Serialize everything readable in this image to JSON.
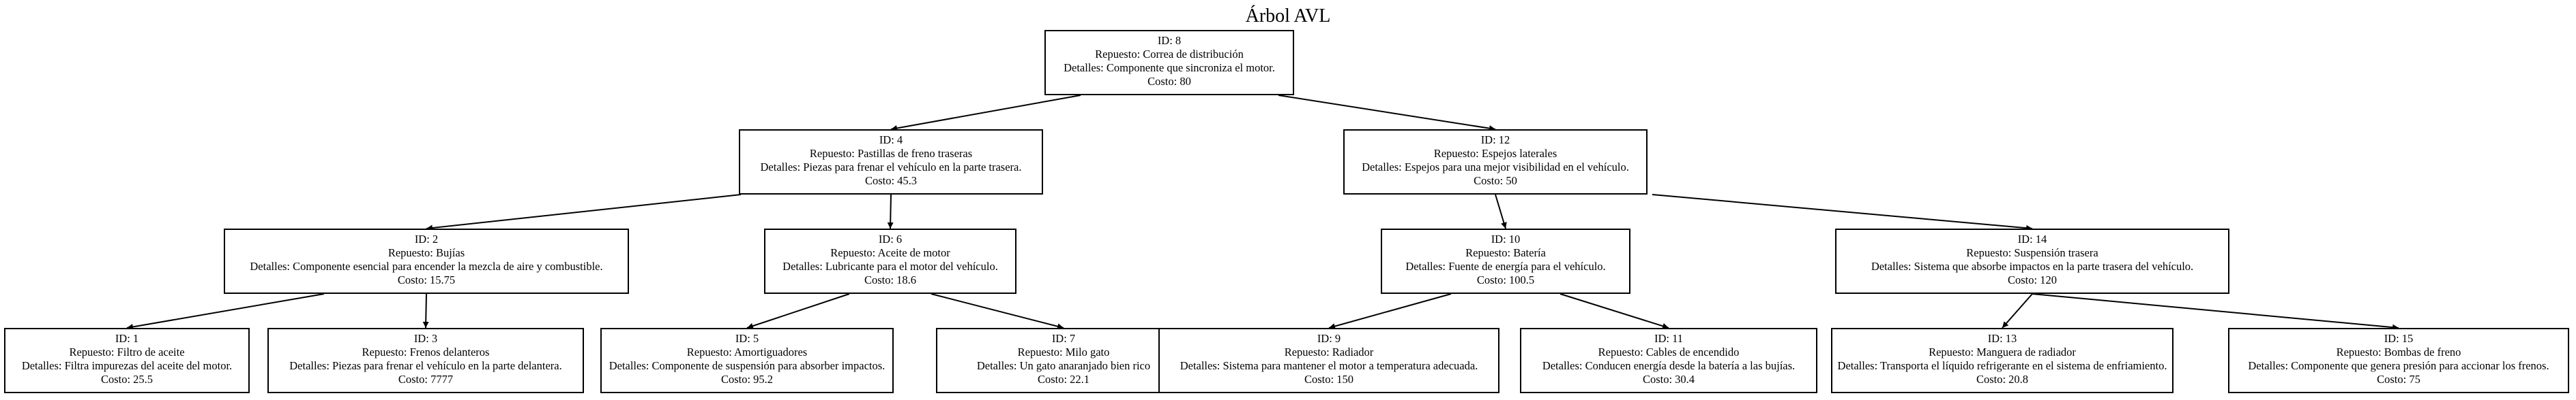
{
  "title": "Árbol AVL",
  "labels": {
    "id": "ID: ",
    "part": "Repuesto: ",
    "details": "Detalles: ",
    "cost": "Costo: "
  },
  "nodes": [
    {
      "id": "8",
      "part": "Correa de distribución",
      "details": "Componente que sincroniza el motor.",
      "cost": "80"
    },
    {
      "id": "4",
      "part": "Pastillas de freno traseras",
      "details": "Piezas para frenar el vehículo en la parte trasera.",
      "cost": "45.3"
    },
    {
      "id": "12",
      "part": "Espejos laterales",
      "details": "Espejos para una mejor visibilidad en el vehículo.",
      "cost": "50"
    },
    {
      "id": "2",
      "part": "Bujías",
      "details": "Componente esencial para encender la mezcla de aire y combustible.",
      "cost": "15.75"
    },
    {
      "id": "6",
      "part": "Aceite de motor",
      "details": "Lubricante para el motor del vehículo.",
      "cost": "18.6"
    },
    {
      "id": "10",
      "part": "Batería",
      "details": "Fuente de energía para el vehículo.",
      "cost": "100.5"
    },
    {
      "id": "14",
      "part": "Suspensión trasera",
      "details": "Sistema que absorbe impactos en la parte trasera del vehículo.",
      "cost": "120"
    },
    {
      "id": "1",
      "part": "Filtro de aceite",
      "details": "Filtra impurezas del aceite del motor.",
      "cost": "25.5"
    },
    {
      "id": "3",
      "part": "Frenos delanteros",
      "details": "Piezas para frenar el vehículo en la parte delantera.",
      "cost": "7777"
    },
    {
      "id": "5",
      "part": "Amortiguadores",
      "details": "Componente de suspensión para absorber impactos.",
      "cost": "95.2"
    },
    {
      "id": "7",
      "part": "Milo gato",
      "details": "Un gato anaranjado bien rico",
      "cost": "22.1"
    },
    {
      "id": "9",
      "part": "Radiador",
      "details": "Sistema para mantener el motor a temperatura adecuada.",
      "cost": "150"
    },
    {
      "id": "11",
      "part": "Cables de encendido",
      "details": "Conducen energía desde la batería a las bujías.",
      "cost": "30.4"
    },
    {
      "id": "13",
      "part": "Manguera de radiador",
      "details": "Transporta el líquido refrigerante en el sistema de enfriamiento.",
      "cost": "20.8"
    },
    {
      "id": "15",
      "part": "Bombas de freno",
      "details": "Componente que genera presión para accionar los frenos.",
      "cost": "75"
    }
  ],
  "edges": [
    [
      "8",
      "4"
    ],
    [
      "8",
      "12"
    ],
    [
      "4",
      "2"
    ],
    [
      "4",
      "6"
    ],
    [
      "12",
      "10"
    ],
    [
      "12",
      "14"
    ],
    [
      "2",
      "1"
    ],
    [
      "2",
      "3"
    ],
    [
      "6",
      "5"
    ],
    [
      "6",
      "7"
    ],
    [
      "10",
      "9"
    ],
    [
      "10",
      "11"
    ],
    [
      "14",
      "13"
    ],
    [
      "14",
      "15"
    ]
  ]
}
